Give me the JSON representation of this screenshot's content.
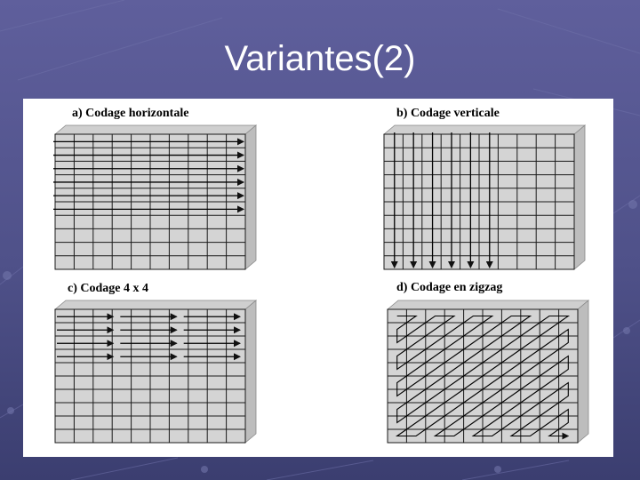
{
  "slide": {
    "title": "Variantes(2)"
  },
  "figure": {
    "panels": [
      {
        "id": "a",
        "caption": "a) Codage horizontale",
        "scan": "horizontal"
      },
      {
        "id": "b",
        "caption": "b) Codage verticale",
        "scan": "vertical"
      },
      {
        "id": "c",
        "caption": "c) Codage 4 x 4",
        "scan": "block-4x4"
      },
      {
        "id": "d",
        "caption": "d) Codage en zigzag",
        "scan": "zigzag"
      }
    ]
  },
  "colors": {
    "grid_face": "#d4d4d4",
    "grid_side": "#bdbdbd",
    "grid_top": "#cfcfcf",
    "grid_line": "#1a1a1a",
    "figure_bg": "#ffffff"
  }
}
